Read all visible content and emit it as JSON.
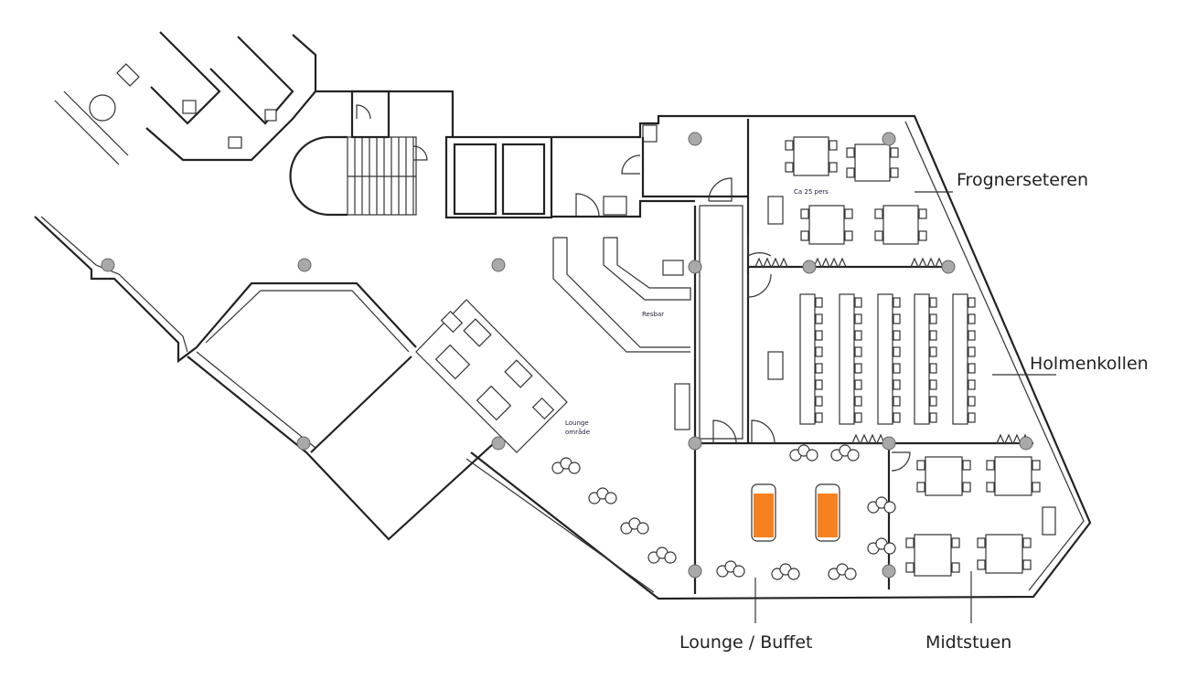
{
  "rooms": {
    "frognerseteren": "Frognerseteren",
    "holmenkollen": "Holmenkollen",
    "lounge_buffet": "Lounge / Buffet",
    "midtstuen": "Midtstuen"
  },
  "small_labels": {
    "capacity": "Ca 25 pers",
    "bar": "Resbar",
    "lounge_line1": "Lounge",
    "lounge_line2": "område"
  },
  "colors": {
    "buffet": "#f5821f",
    "pillar": "#a9a9a9"
  }
}
